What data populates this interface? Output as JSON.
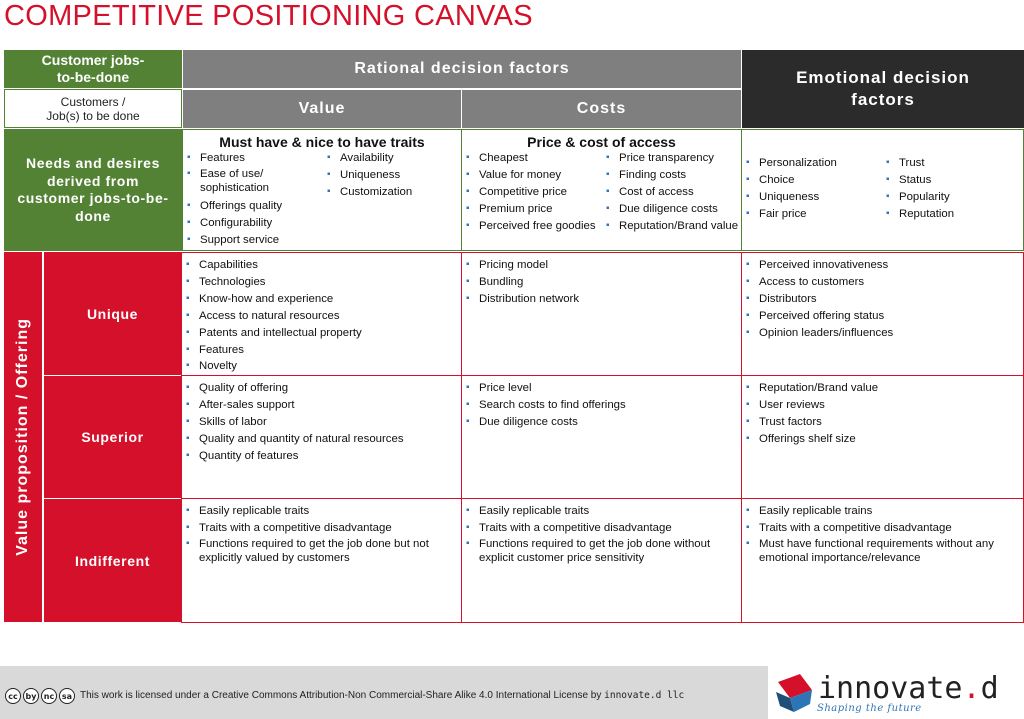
{
  "title": "COMPETITIVE POSITIONING CANVAS",
  "header": {
    "customer_jobs": "Customer jobs-to-be-done",
    "customers_job": "Customers / Job(s) to be done",
    "rational": "Rational decision factors",
    "emotional": "Emotional decision factors",
    "value": "Value",
    "costs": "Costs"
  },
  "needs": {
    "label": "Needs and desires derived from customer jobs-to-be-done",
    "value_title": "Must have & nice to have traits",
    "value_col1": [
      "Features",
      "Ease of use/ sophistication",
      "Offerings quality",
      "Configurability",
      "Support service"
    ],
    "value_col2": [
      "Availability",
      "Uniqueness",
      "Customization"
    ],
    "costs_title": "Price & cost of access",
    "costs_col1": [
      "Cheapest",
      "Value for money",
      "Competitive price",
      "Premium price",
      "Perceived free goodies"
    ],
    "costs_col2": [
      "Price transparency",
      "Finding costs",
      "Cost of access",
      "Due diligence costs",
      "Reputation/Brand value"
    ],
    "emo_col1": [
      "Personalization",
      "Choice",
      "Uniqueness",
      "Fair price"
    ],
    "emo_col2": [
      "Trust",
      "Status",
      "Popularity",
      "Reputation"
    ]
  },
  "offering_label": "Value proposition / Offering",
  "rows": [
    {
      "label": "Unique",
      "value": [
        "Capabilities",
        "Technologies",
        "Know-how and experience",
        "Access to natural resources",
        "Patents and intellectual property",
        "Features",
        "Novelty"
      ],
      "costs": [
        "Pricing model",
        "Bundling",
        "Distribution network"
      ],
      "emotional": [
        "Perceived innovativeness",
        "Access to customers",
        "Distributors",
        "Perceived offering status",
        "Opinion leaders/influences"
      ]
    },
    {
      "label": "Superior",
      "value": [
        "Quality of offering",
        "After-sales support",
        "Skills of labor",
        "Quality and quantity of natural resources",
        "Quantity of features"
      ],
      "costs": [
        "Price level",
        "Search costs to find offerings",
        "Due diligence costs"
      ],
      "emotional": [
        "Reputation/Brand value",
        "User reviews",
        "Trust factors",
        "Offerings shelf size"
      ]
    },
    {
      "label": "Indifferent",
      "value": [
        "Easily replicable traits",
        "Traits with a competitive disadvantage",
        "Functions required to get the job done but not explicitly valued by customers"
      ],
      "costs": [
        "Easily replicable traits",
        "Traits with a competitive disadvantage",
        "Functions required to get the job done without explicit customer price sensitivity"
      ],
      "emotional": [
        "Easily replicable trains",
        "Traits with a competitive disadvantage",
        "Must have functional requirements without any emotional importance/relevance"
      ]
    }
  ],
  "footer": {
    "license": "This work is licensed under a Creative Commons Attribution-Non Commercial-Share Alike 4.0 International License by",
    "company": "innovate.d llc",
    "cc_icons": [
      "cc",
      "by",
      "nc",
      "sa"
    ],
    "logo_text": "innovate",
    "logo_dot": ".",
    "logo_d": "d",
    "tagline": "Shaping the future"
  },
  "colors": {
    "green": "#548235",
    "red": "#d4102b",
    "grey": "#7f7f7f",
    "dark": "#2b2b2b",
    "bullet": "#2e75b6"
  }
}
